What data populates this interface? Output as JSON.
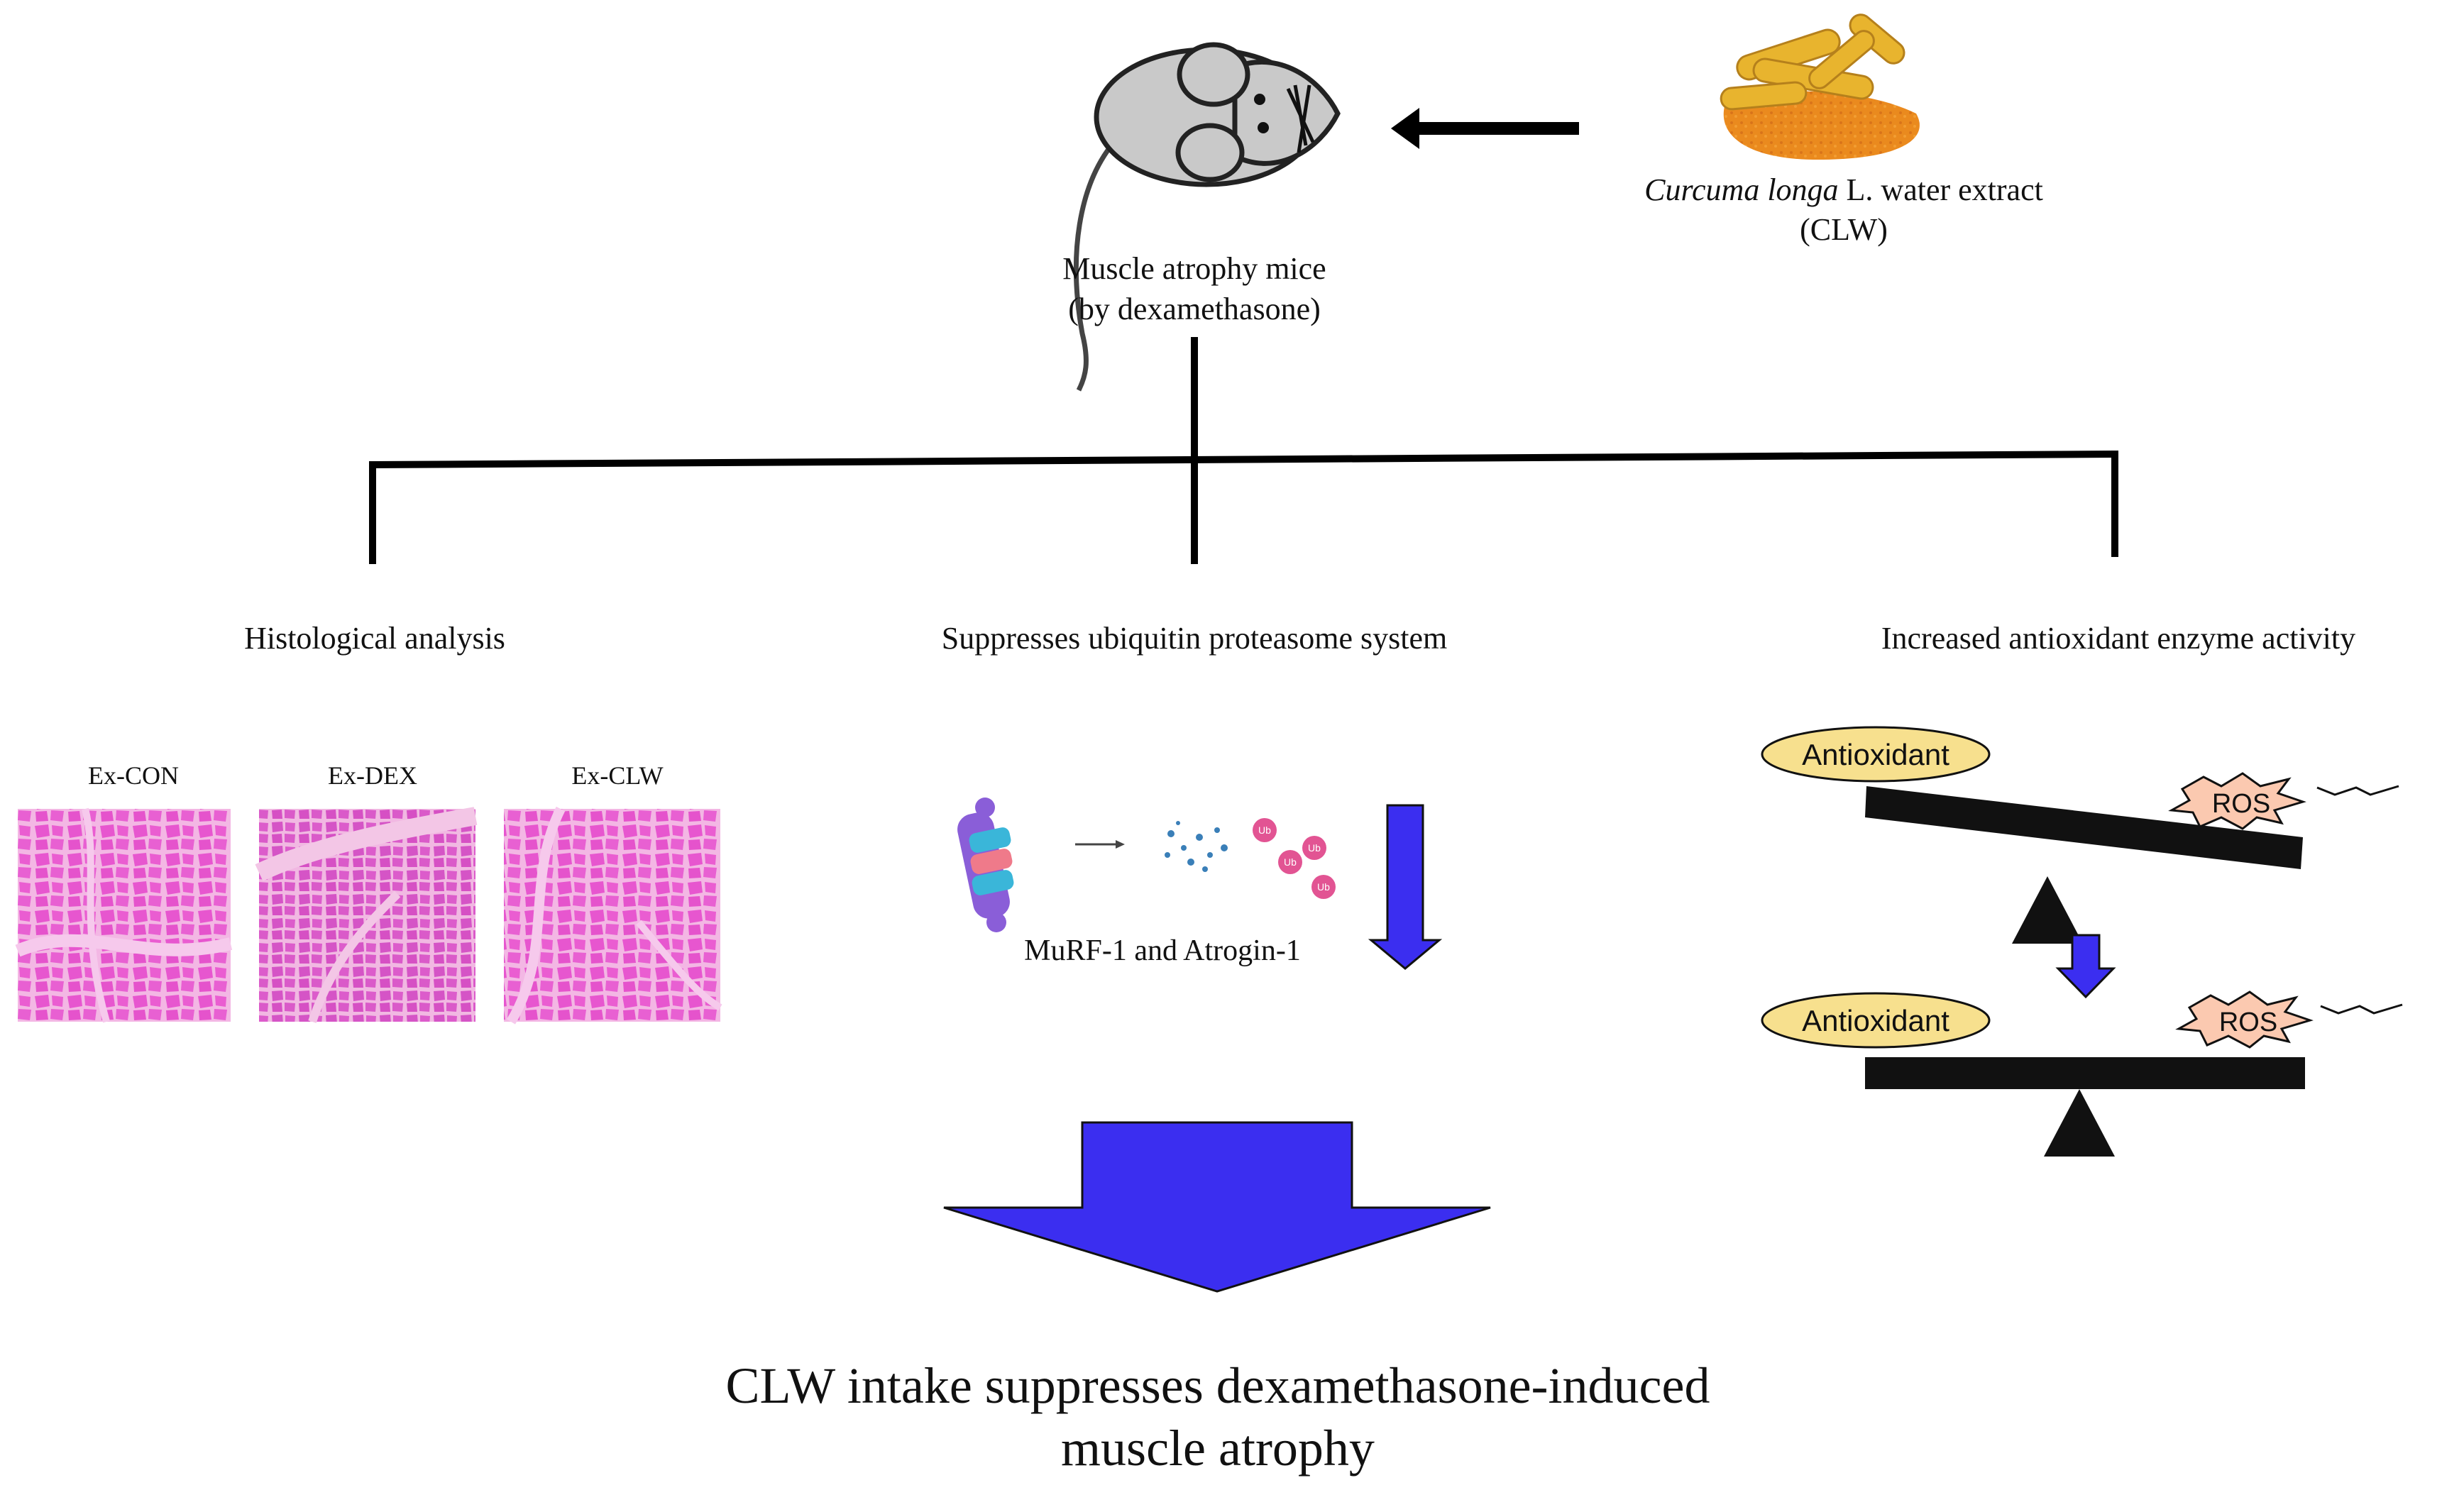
{
  "source": {
    "name_italic": "Curcuma longa",
    "name_rest": " L. water extract",
    "abbrev": "(CLW)"
  },
  "model": {
    "line1": "Muscle atrophy mice",
    "line2": "(by dexamethasone)"
  },
  "branches": {
    "histology": "Histological analysis",
    "ups": "Suppresses ubiquitin proteasome system",
    "antioxidant": "Increased antioxidant enzyme activity"
  },
  "histology_panels": [
    "Ex-CON",
    "Ex-DEX",
    "Ex-CLW"
  ],
  "ups_panel": {
    "caption": "MuRF-1 and Atrogin-1",
    "ub_label": "Ub"
  },
  "balance": {
    "antioxidant_label": "Antioxidant",
    "ros_label": "ROS"
  },
  "conclusion": {
    "line1": "CLW intake suppresses dexamethasone-induced",
    "line2": "muscle atrophy"
  },
  "colors": {
    "arrow_blue": "#3b2ef0",
    "tissue_pink": "#e85ad0",
    "antioxidant_fill": "#f7e08e",
    "ros_fill": "#fbc9b0",
    "turmeric_orange": "#e8861a"
  }
}
